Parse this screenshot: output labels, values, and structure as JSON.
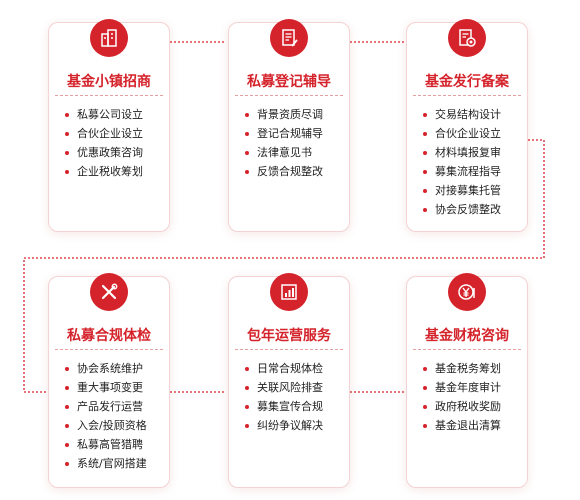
{
  "colors": {
    "accent": "#d5232b",
    "border": "#f3d3d3",
    "connector": "#d5232b"
  },
  "cards": [
    {
      "title": "基金小镇招商",
      "icon": "building-icon",
      "items": [
        "私募公司设立",
        "合伙企业设立",
        "优惠政策咨询",
        "企业税收筹划"
      ]
    },
    {
      "title": "私募登记辅导",
      "icon": "document-edit-icon",
      "items": [
        "背景资质尽调",
        "登记合规辅导",
        "法律意见书",
        "反馈合规整改"
      ]
    },
    {
      "title": "基金发行备案",
      "icon": "approval-stamp-icon",
      "items": [
        "交易结构设计",
        "合伙企业设立",
        "材料填报复审",
        "募集流程指导",
        "对接募集托管",
        "协会反馈整改"
      ]
    },
    {
      "title": "私募合规体检",
      "icon": "tools-icon",
      "items": [
        "协会系统维护",
        "重大事项变更",
        "产品发行运营",
        "入会/投顾资格",
        "私募高管猎聘",
        "系统/官网搭建"
      ]
    },
    {
      "title": "包年运营服务",
      "icon": "chart-report-icon",
      "items": [
        "日常合规体检",
        "关联风险排查",
        "募集宣传合规",
        "纠纷争议解决"
      ]
    },
    {
      "title": "基金财税咨询",
      "icon": "yen-coin-icon",
      "items": [
        "基金税务筹划",
        "基金年度审计",
        "政府税收奖励",
        "基金退出清算"
      ]
    }
  ]
}
